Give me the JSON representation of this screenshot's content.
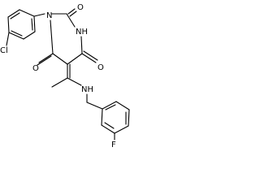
{
  "structure": {
    "atoms": {
      "Cl": "Cl",
      "O_top": "O",
      "NH_ring": "NH",
      "N_ring": "N",
      "O_left": "O",
      "O_right": "O",
      "NH_amine": "NH",
      "F": "F"
    },
    "colors": {
      "bond": "#000000",
      "label": "#000000",
      "background": "#ffffff"
    }
  }
}
